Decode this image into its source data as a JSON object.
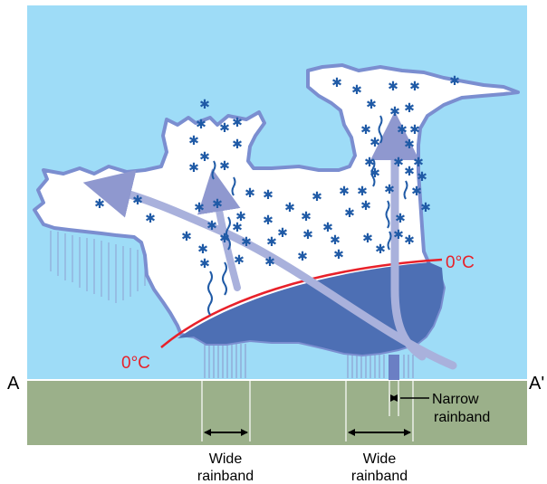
{
  "cross_section": {
    "start_label": "A",
    "end_label": "A'"
  },
  "freezing_level": {
    "label_left": "0°C",
    "label_right": "0°C",
    "color": "#e8212a"
  },
  "rainbands": {
    "wide_left": {
      "line1": "Wide",
      "line2": "rainband"
    },
    "wide_right": {
      "line1": "Wide",
      "line2": "rainband"
    },
    "narrow": {
      "line1": "Narrow",
      "line2": "rainband"
    }
  },
  "colors": {
    "sky": "#9edcf7",
    "ground": "#9bb08a",
    "cloud_fill": "#ffffff",
    "cloud_outline": "#7b8ed0",
    "rain_region": "#4d6fb4",
    "snow_symbol": "#1f5aa6",
    "airflow_arrow": "#9ea6d4"
  },
  "symbols": {
    "snow": "✱"
  }
}
